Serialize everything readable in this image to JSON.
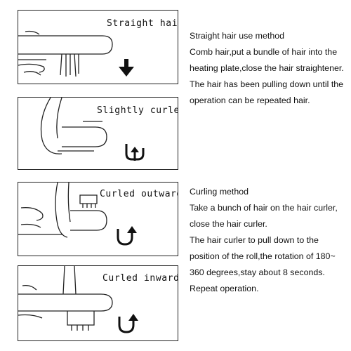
{
  "panels": [
    {
      "label": "Straight hair",
      "arrow_icon": "arrow-down-icon"
    },
    {
      "label": "Slightly curled",
      "arrow_icon": "rotate-loop-icon"
    },
    {
      "label": "Curled outwards",
      "arrow_icon": "u-turn-up-arrow-icon"
    },
    {
      "label": "Curled inwards",
      "arrow_icon": "u-turn-up-arrow-icon"
    }
  ],
  "straight_method": {
    "lines": [
      "Straight hair use method",
      "Comb hair,put a bundle of hair into the",
      "heating plate,close the hair straightener.",
      "The hair has been pulling down until the",
      "operation can be repeated hair."
    ]
  },
  "curling_method": {
    "lines": [
      "Curling method",
      "Take a bunch of hair on the hair curler,",
      "close the hair curler.",
      "The hair curler to pull down to the",
      "position of the roll,the rotation of 180~",
      "360 degrees,stay about 8 seconds.",
      "Repeat operation."
    ]
  }
}
